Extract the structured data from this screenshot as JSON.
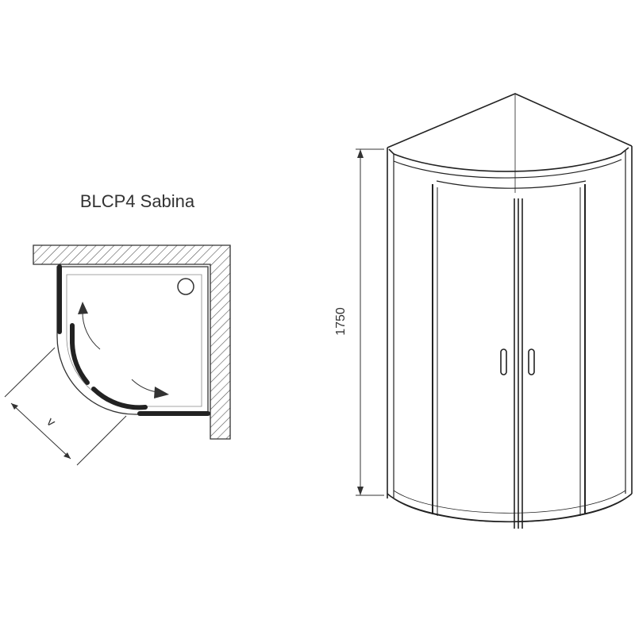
{
  "diagram": {
    "model_title": "BLCP4 Sabina",
    "height_dimension": "1750",
    "width_dimension_label": "v"
  },
  "colors": {
    "line": "#333333",
    "hatch": "#555555",
    "profile": "#222222",
    "background": "#ffffff"
  },
  "icons": {
    "door_handle": "door-handle-icon",
    "drain": "drain-icon",
    "slide_arrow": "arrow-icon"
  }
}
